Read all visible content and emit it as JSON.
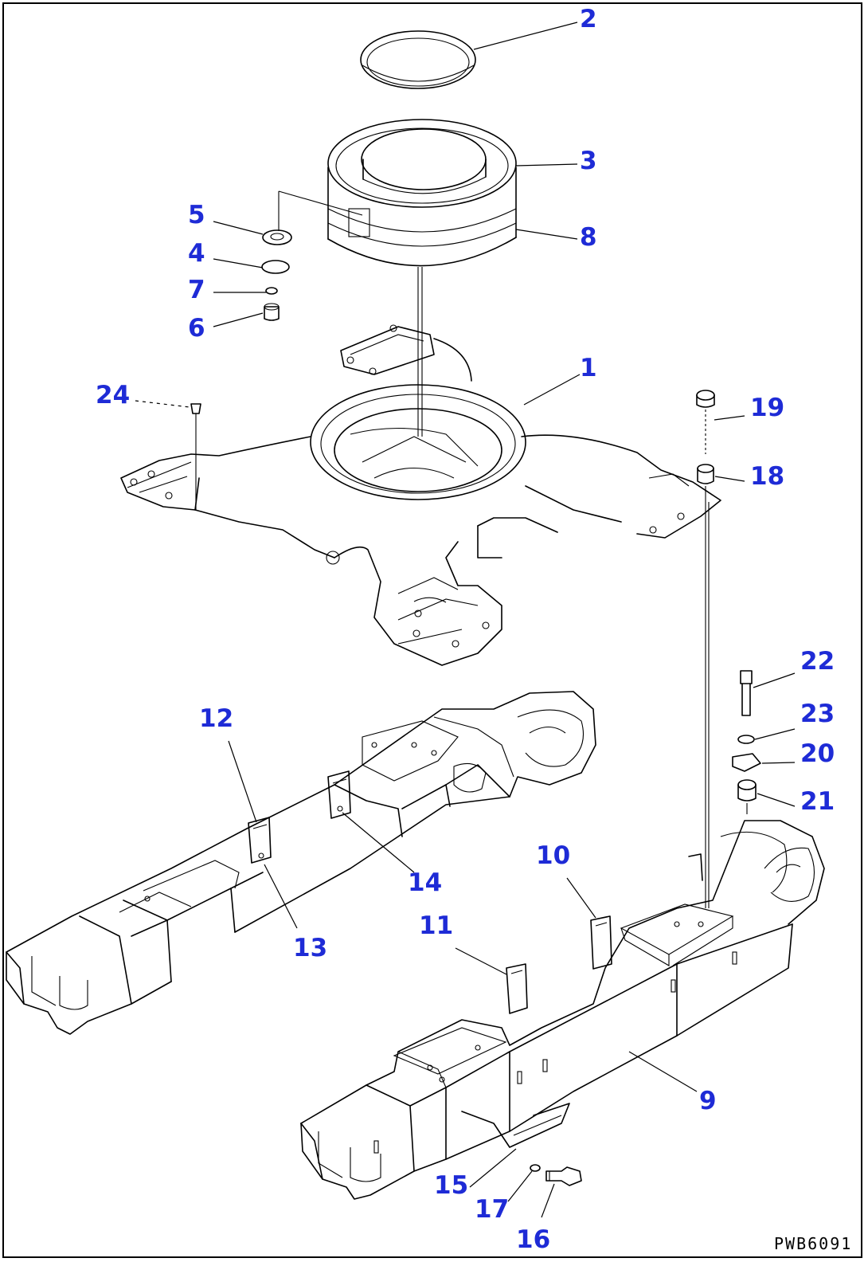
{
  "diagram": {
    "drawing_code": "PWB6091",
    "callouts": [
      {
        "id": "c1",
        "label": "1"
      },
      {
        "id": "c2",
        "label": "2"
      },
      {
        "id": "c3",
        "label": "3"
      },
      {
        "id": "c4",
        "label": "4"
      },
      {
        "id": "c5",
        "label": "5"
      },
      {
        "id": "c6",
        "label": "6"
      },
      {
        "id": "c7",
        "label": "7"
      },
      {
        "id": "c8",
        "label": "8"
      },
      {
        "id": "c9",
        "label": "9"
      },
      {
        "id": "c10",
        "label": "10"
      },
      {
        "id": "c11",
        "label": "11"
      },
      {
        "id": "c12",
        "label": "12"
      },
      {
        "id": "c13",
        "label": "13"
      },
      {
        "id": "c14",
        "label": "14"
      },
      {
        "id": "c15",
        "label": "15"
      },
      {
        "id": "c16",
        "label": "16"
      },
      {
        "id": "c17",
        "label": "17"
      },
      {
        "id": "c18",
        "label": "18"
      },
      {
        "id": "c19",
        "label": "19"
      },
      {
        "id": "c20",
        "label": "20"
      },
      {
        "id": "c21",
        "label": "21"
      },
      {
        "id": "c22",
        "label": "22"
      },
      {
        "id": "c23",
        "label": "23"
      },
      {
        "id": "c24",
        "label": "24"
      }
    ]
  }
}
